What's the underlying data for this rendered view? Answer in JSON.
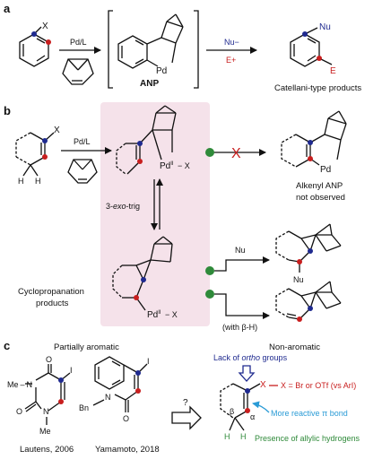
{
  "colors": {
    "blue": "#1f2a8f",
    "red": "#c81e1e",
    "green": "#2f8a3a",
    "teal": "#2a9bd6",
    "highlight": "#f5e2ea",
    "ink": "#111111"
  },
  "panel_a": {
    "label": "a",
    "substituent": "X",
    "reagent": "Pd/L",
    "intermediate": "ANP",
    "metal": "Pd",
    "arrow_top": "Nu−",
    "arrow_bottom": "E+",
    "product_top": "Nu",
    "product_bottom": "E",
    "caption": "Catellani-type products"
  },
  "panel_b": {
    "label": "b",
    "substituent": "X",
    "h_left": "H",
    "h_right": "H",
    "reagent": "Pd/L",
    "upper_metal": "Pd",
    "upper_ox": "II",
    "upper_ligand": "− X",
    "step_label_prefix": "3-",
    "step_label_italic": "exo",
    "step_label_suffix": "-trig",
    "lower_metal": "Pd",
    "lower_ox": "II",
    "lower_ligand": "− X",
    "left_caption_1": "Cyclopropanation",
    "left_caption_2": "products",
    "blocked_mark": "X",
    "alkenyl_metal": "Pd",
    "alkenyl_caption_1": "Alkenyl ANP",
    "alkenyl_caption_2": "not observed",
    "nu_reagent": "Nu",
    "nu_product": "Nu",
    "beta_h_condition": "(with β-H)"
  },
  "panel_c": {
    "label": "c",
    "left_title": "Partially aromatic",
    "right_title": "Non-aromatic",
    "mol1_n_top": "N",
    "mol1_n_bottom": "N",
    "mol1_me_top": "Me",
    "mol1_me_bottom": "Me",
    "mol1_o_top": "O",
    "mol1_o_bottom": "O",
    "mol1_i": "I",
    "mol1_caption": "Lautens, 2006",
    "mol2_n": "N",
    "mol2_bn": "Bn",
    "mol2_o": "O",
    "mol2_i": "I",
    "mol2_caption": "Yamamoto, 2018",
    "question": "?",
    "lack_prefix": "Lack of ",
    "lack_italic": "ortho",
    "lack_suffix": " groups",
    "x_note": "X = Br or OTf (vs ArI)",
    "x_label": "X",
    "pi_note": "More reactive π bond",
    "beta": "β",
    "alpha": "α",
    "h_left": "H",
    "h_right": "H",
    "allylic_note": "Presence of allylic hydrogens"
  }
}
